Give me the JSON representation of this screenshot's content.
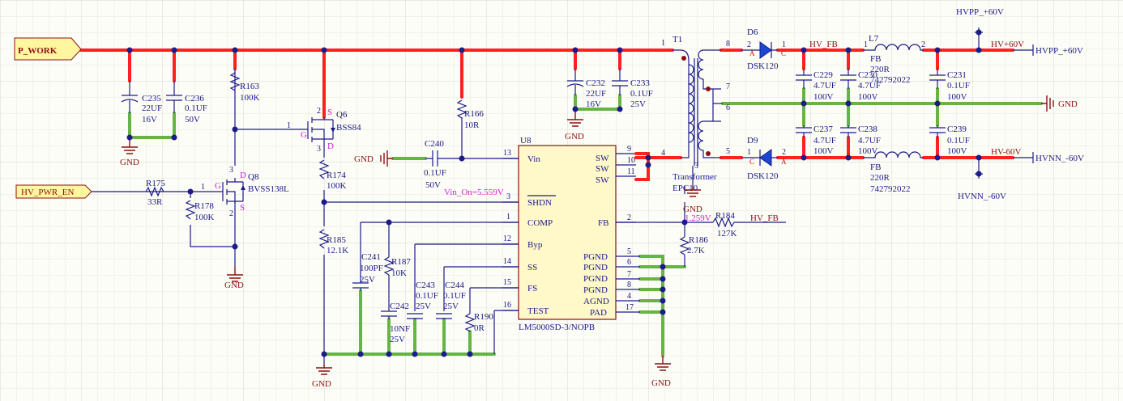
{
  "nets": {
    "p_work": "P_WORK",
    "hv_pwr_en": "HV_PWR_EN",
    "hv_fb": "HV_FB",
    "hv_fb2": "HV_FB",
    "hvpp_top": "HVPP_+60V",
    "hvpp_right": "HVPP_+60V",
    "hv_pos": "HV+60V",
    "hv_neg": "HV-60V",
    "hvnn_right": "HVNN_-60V",
    "hvnn_bottom": "HVNN_-60V",
    "gnd": "GND",
    "gnd_port": "GND",
    "vin_on": "Vin_On=5.559V",
    "fb_volt": "1.259V"
  },
  "components": {
    "C235": {
      "ref": "C235",
      "value": "22UF",
      "v": "16V"
    },
    "C236": {
      "ref": "C236",
      "value": "0.1UF",
      "v": "50V"
    },
    "R163": {
      "ref": "R163",
      "value": "100K"
    },
    "Q6": {
      "ref": "Q6",
      "part": "BSS84"
    },
    "Q8": {
      "ref": "Q8",
      "part": "BVSS138L"
    },
    "R175": {
      "ref": "R175",
      "value": "33R"
    },
    "R178": {
      "ref": "R178",
      "value": "100K"
    },
    "R174": {
      "ref": "R174",
      "value": "100K"
    },
    "R185": {
      "ref": "R185",
      "value": "12.1K"
    },
    "R166": {
      "ref": "R166",
      "value": "10R"
    },
    "C240": {
      "ref": "C240",
      "value": "0.1UF",
      "v": "50V"
    },
    "C232": {
      "ref": "C232",
      "value": "22UF",
      "v": "16V"
    },
    "C233": {
      "ref": "C233",
      "value": "0.1UF",
      "v": "25V"
    },
    "C241": {
      "ref": "C241",
      "value": "100PF",
      "v": "25V"
    },
    "R187": {
      "ref": "R187",
      "value": "10K"
    },
    "C242": {
      "ref": "C242",
      "value": "10NF",
      "v": "25V"
    },
    "C243": {
      "ref": "C243",
      "value": "0.1UF",
      "v": "25V"
    },
    "C244": {
      "ref": "C244",
      "value": "0.1UF",
      "v": "25V"
    },
    "R190": {
      "ref": "R190",
      "value": "0R"
    },
    "R184": {
      "ref": "R184",
      "value": "127K"
    },
    "R186": {
      "ref": "R186",
      "value": "2.7K"
    },
    "T1": {
      "ref": "T1",
      "part": "Transformer",
      "pkg": "EPC10"
    },
    "D6": {
      "ref": "D6",
      "part": "DSK120"
    },
    "D9": {
      "ref": "D9",
      "part": "DSK120"
    },
    "L7": {
      "ref": "L7",
      "value": "FB",
      "v1": "220R",
      "v2": "742792022"
    },
    "L8": {
      "value": "FB",
      "v1": "220R",
      "v2": "742792022"
    },
    "C229": {
      "ref": "C229",
      "value": "4.7UF",
      "v": "100V"
    },
    "C230": {
      "ref": "C230",
      "value": "4.7UF",
      "v": "100V"
    },
    "C231": {
      "ref": "C231",
      "value": "0.1UF",
      "v": "100V"
    },
    "C237": {
      "ref": "C237",
      "value": "4.7UF",
      "v": "100V"
    },
    "C238": {
      "ref": "C238",
      "value": "4.7UF",
      "v": "100V"
    },
    "C239": {
      "ref": "C239",
      "value": "0.1UF",
      "v": "100V"
    }
  },
  "u8": {
    "ref": "U8",
    "part": "LM5000SD-3/NOPB",
    "left_pins": [
      {
        "num": "13",
        "name": "Vin"
      },
      {
        "num": "3",
        "name": "SHDN"
      },
      {
        "num": "1",
        "name": "COMP"
      },
      {
        "num": "12",
        "name": "Byp"
      },
      {
        "num": "14",
        "name": "SS"
      },
      {
        "num": "15",
        "name": "FS"
      },
      {
        "num": "16",
        "name": "TEST"
      }
    ],
    "right_pins": [
      {
        "num": "9",
        "name": "SW"
      },
      {
        "num": "10",
        "name": "SW"
      },
      {
        "num": "11",
        "name": "SW"
      },
      {
        "num": "2",
        "name": "FB"
      },
      {
        "num": "5",
        "name": "PGND"
      },
      {
        "num": "6",
        "name": "PGND"
      },
      {
        "num": "7",
        "name": "PGND"
      },
      {
        "num": "8",
        "name": "PGND"
      },
      {
        "num": "4",
        "name": "AGND"
      },
      {
        "num": "17",
        "name": "PAD"
      }
    ]
  },
  "pins": {
    "t1_1": "1",
    "t1_4": "4",
    "t1_8": "8",
    "t1_7": "7",
    "t1_6": "6",
    "t1_5": "5",
    "t1_3": "3",
    "d_2": "2",
    "d_1": "1",
    "d9_1": "1",
    "d9_2": "2",
    "l_1": "1",
    "l_2": "2",
    "q6_1": "1",
    "q6_2": "2",
    "q6_3": "3",
    "q8_1": "1",
    "q8_2": "2",
    "q8_3": "3",
    "s": "S",
    "g": "G",
    "d": "D",
    "a": "A",
    "c": "C",
    "r175_1": "1"
  }
}
